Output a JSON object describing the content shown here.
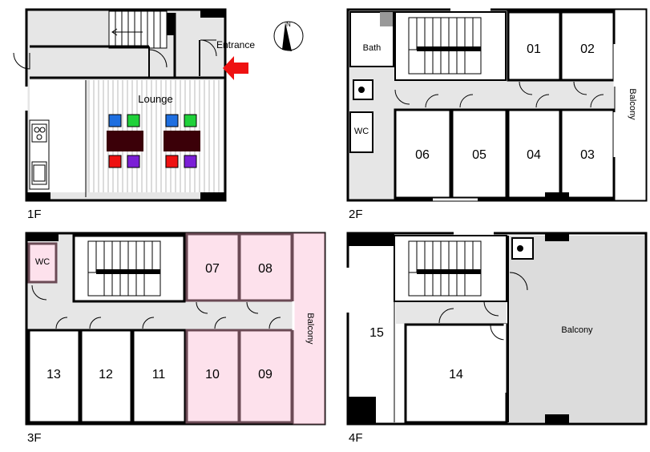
{
  "floors": {
    "f1": {
      "label": "1F",
      "lounge": "Lounge",
      "entrance": "Entrance"
    },
    "f2": {
      "label": "2F",
      "bath": "Bath",
      "wc": "WC",
      "balcony": "Balcony",
      "rooms": [
        "01",
        "02",
        "03",
        "04",
        "05",
        "06"
      ]
    },
    "f3": {
      "label": "3F",
      "wc": "WC",
      "balcony": "Balcony",
      "rooms": [
        "07",
        "08",
        "09",
        "10",
        "11",
        "12",
        "13"
      ]
    },
    "f4": {
      "label": "4F",
      "balcony": "Balcony",
      "rooms": [
        "15",
        "14"
      ]
    }
  },
  "colors": {
    "wall": "#000000",
    "corridor": "#e6e6e6",
    "highlight_room": "#fde1ec",
    "highlight_border": "#6b4a55",
    "balcony_4f": "#dcdcdc",
    "arrow": "#ee1111",
    "chair_blue": "#1e6fe0",
    "chair_green": "#1fd13a",
    "chair_red": "#ee1111",
    "chair_purple": "#7b1fd6",
    "table": "#3b0008"
  },
  "icons": [
    "compass-icon",
    "entrance-arrow-icon",
    "stairs-icon",
    "stove-icon",
    "sink-icon",
    "water-heater-icon"
  ]
}
